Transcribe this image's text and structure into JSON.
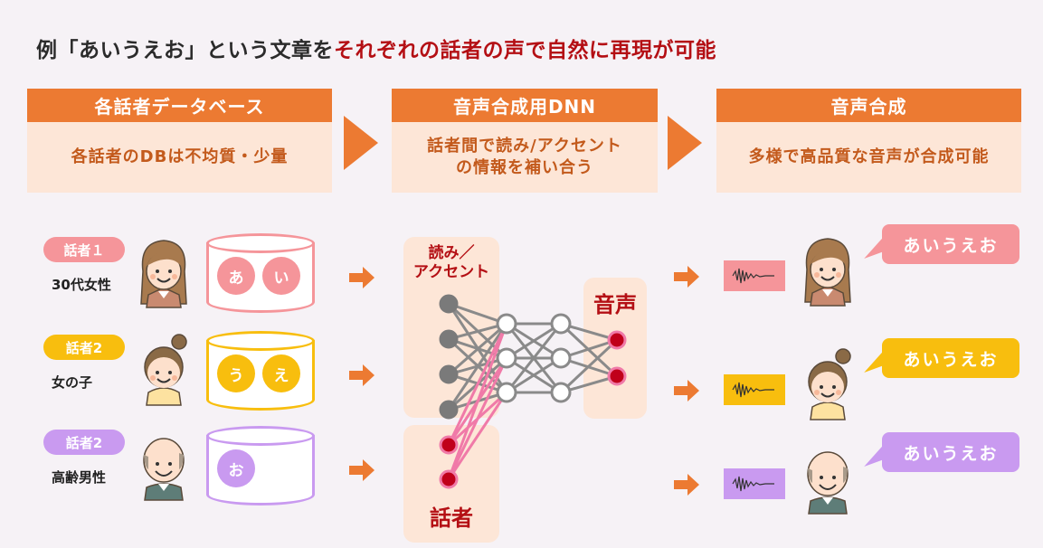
{
  "title": {
    "prefix": "例「あいうえお」という文章を",
    "highlight": "それぞれの話者の声で自然に再現が可能"
  },
  "stages": [
    {
      "heading": "各話者データベース",
      "body": "各話者のDBは不均質・少量"
    },
    {
      "heading": "音声合成用DNN",
      "body": "話者間で読み/アクセント\nの情報を補い合う"
    },
    {
      "heading": "音声合成",
      "body": "多様で高品質な音声が合成可能"
    }
  ],
  "speakers": [
    {
      "badge": "話者１",
      "label": "30代女性",
      "color": "#f5959a",
      "icon": "woman-avatar-icon",
      "db_chars": [
        "あ",
        "い"
      ],
      "output": "あいうえお"
    },
    {
      "badge": "話者2",
      "label": "女の子",
      "color": "#f8be0e",
      "icon": "girl-avatar-icon",
      "db_chars": [
        "う",
        "え"
      ],
      "output": "あいうえお"
    },
    {
      "badge": "話者2",
      "label": "高齢男性",
      "color": "#c99af0",
      "icon": "elderly-man-avatar-icon",
      "db_chars": [
        "お"
      ],
      "output": "あいうえお"
    }
  ],
  "dnn": {
    "input_panel_label": "読み／\nアクセント",
    "speaker_panel_label": "話者",
    "output_panel_label": "音声",
    "colors": {
      "gray_node": "#7a7a7a",
      "red_node": "#c0001a",
      "pink_edge": "#f07aa8",
      "edge": "#8a8a8a"
    }
  },
  "colors": {
    "accent": "#ec7a32",
    "highlight_text": "#b40f14",
    "panel_bg": "#fde6d7"
  }
}
